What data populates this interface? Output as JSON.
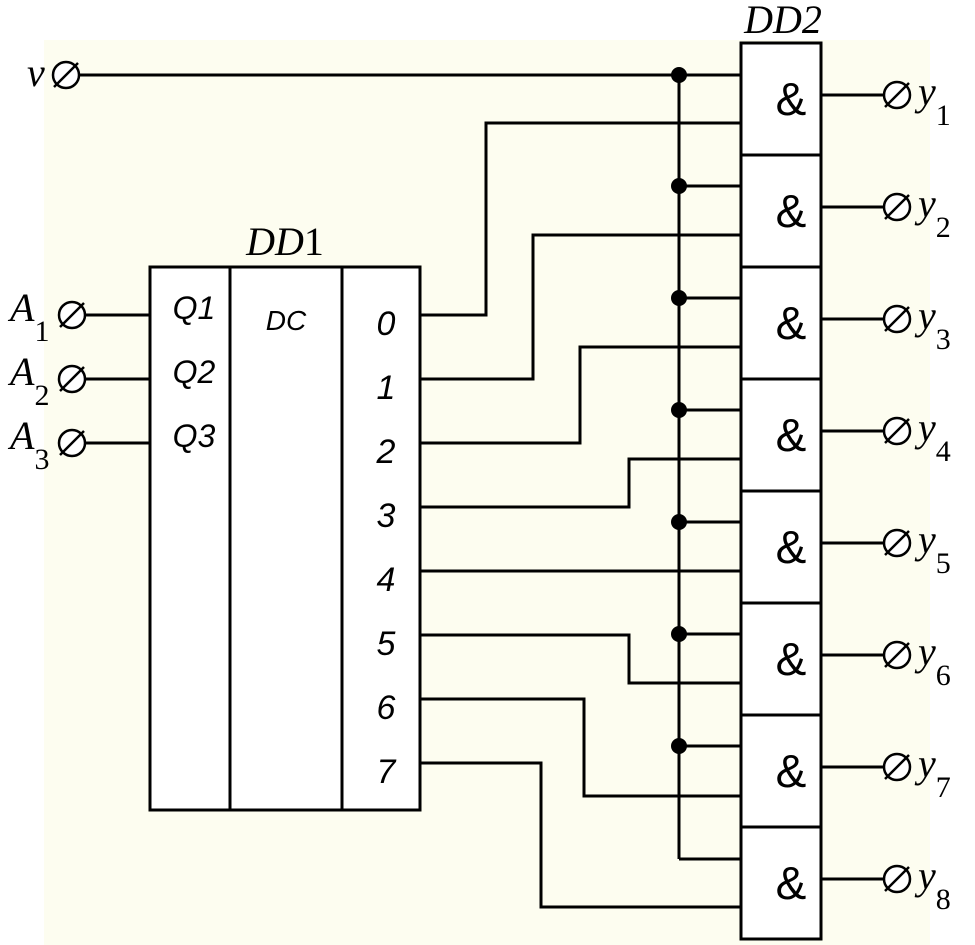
{
  "background_color": "#fdfdf0",
  "dd1": {
    "title_main": "DD",
    "title_num": "1",
    "function_label": "DC",
    "inputs": [
      {
        "pin": "Q1",
        "ext_main": "A",
        "ext_sub": "1"
      },
      {
        "pin": "Q2",
        "ext_main": "A",
        "ext_sub": "2"
      },
      {
        "pin": "Q3",
        "ext_main": "A",
        "ext_sub": "3"
      }
    ],
    "outputs": [
      "0",
      "1",
      "2",
      "3",
      "4",
      "5",
      "6",
      "7"
    ]
  },
  "dd2": {
    "title": "DD2",
    "gate_symbol": "&",
    "gates": [
      {
        "out_main": "y",
        "out_sub": "1"
      },
      {
        "out_main": "y",
        "out_sub": "2"
      },
      {
        "out_main": "y",
        "out_sub": "3"
      },
      {
        "out_main": "y",
        "out_sub": "4"
      },
      {
        "out_main": "y",
        "out_sub": "5"
      },
      {
        "out_main": "y",
        "out_sub": "6"
      },
      {
        "out_main": "y",
        "out_sub": "7"
      },
      {
        "out_main": "y",
        "out_sub": "8"
      }
    ]
  },
  "strobe": {
    "label": "v"
  }
}
